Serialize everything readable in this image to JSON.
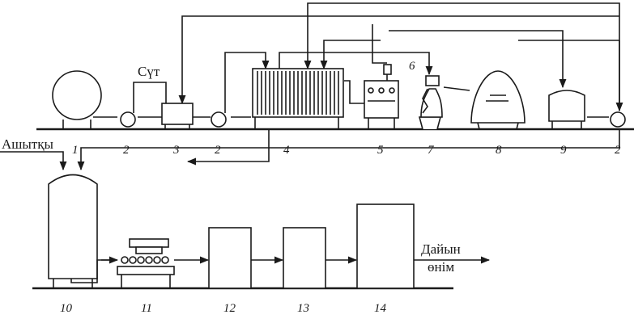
{
  "labels": {
    "milk": "Сүт",
    "starter": "Ашытқы",
    "product_line1": "Дайын",
    "product_line2": "өнім"
  },
  "numbers": {
    "n1": "1",
    "n2a": "2",
    "n3": "3",
    "n2b": "2",
    "n4": "4",
    "n5": "5",
    "n6": "6",
    "n7": "7",
    "n8": "8",
    "n9": "9",
    "n2c": "2",
    "n10": "10",
    "n11": "11",
    "n12": "12",
    "n13": "13",
    "n14": "14"
  }
}
